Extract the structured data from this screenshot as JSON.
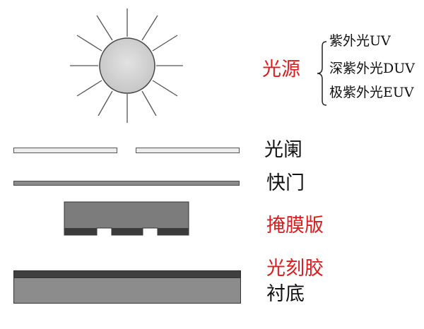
{
  "light_source": {
    "label": "光源",
    "types": [
      "紫外光UV",
      "深紫外光DUV",
      "极紫外光EUV"
    ]
  },
  "layers": {
    "aperture": "光阑",
    "shutter": "快门",
    "mask": "掩膜版",
    "photoresist": "光刻胶",
    "substrate": "衬底"
  },
  "colors": {
    "highlight": "#e01b1b",
    "text": "#111111",
    "aperture_fill": "#ececec",
    "shutter_fill": "#8a8a8a",
    "mask_fill": "#7c7c7c",
    "photoresist_fill": "#3f3f3f",
    "substrate_fill": "#8c8c8c"
  }
}
